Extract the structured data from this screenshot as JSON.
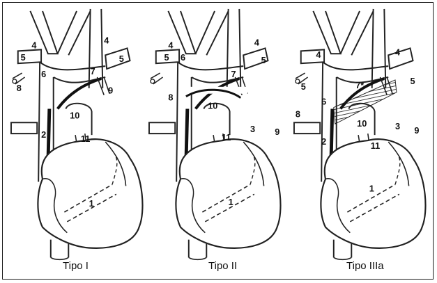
{
  "panels": [
    {
      "caption": "Tipo  I",
      "labels": [
        "4",
        "4",
        "5",
        "5",
        "6",
        "7",
        "8",
        "9",
        "2",
        "10",
        "11",
        "1"
      ]
    },
    {
      "caption": "Tipo  II",
      "labels": [
        "4",
        "4",
        "5",
        "5",
        "6",
        "7",
        "8",
        "10",
        "3",
        "9",
        "11",
        "1"
      ]
    },
    {
      "caption": "Tipo  IIIa",
      "labels": [
        "4",
        "4",
        "5",
        "5",
        "7*",
        "6",
        "8",
        "2",
        "10",
        "3",
        "9",
        "11",
        "1"
      ]
    }
  ]
}
